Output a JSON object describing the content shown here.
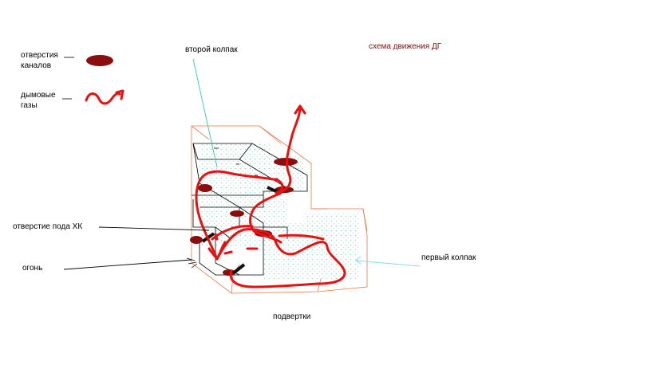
{
  "diagram": {
    "title": "схема движения ДГ",
    "legend": {
      "openings_line1": "отверстия",
      "openings_line2": "каналов",
      "gases_line1": "дымовые",
      "gases_line2": "газы"
    },
    "labels": {
      "second_cap": "второй колпак",
      "first_cap": "первый колпак",
      "hearth_hole": "отверстие пода ХК",
      "fire": "огонь",
      "podvertki": "подвертки"
    },
    "colors": {
      "gas_path": "#e81010",
      "opening": "#8b0d0d",
      "outline": "#e07a4a",
      "dot_fill": "#7fd6c4",
      "pointer_second": "#33ccaa",
      "pointer_first": "#8ad8e6",
      "title": "#7a1010"
    }
  }
}
